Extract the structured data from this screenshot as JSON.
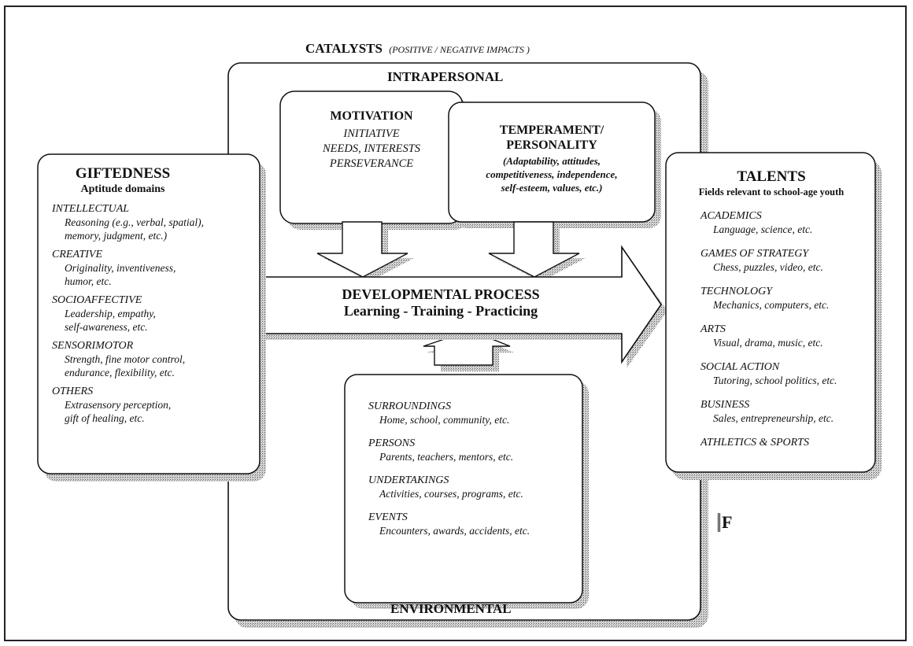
{
  "catalysts": {
    "title": "CATALYSTS",
    "subtitle": "(POSITIVE / NEGATIVE IMPACTS )",
    "intrapersonal": "INTRAPERSONAL",
    "environmental": "ENVIRONMENTAL"
  },
  "motivation": {
    "title": "MOTIVATION",
    "lines": [
      "INITIATIVE",
      "NEEDS, INTERESTS",
      "PERSEVERANCE"
    ]
  },
  "temperament": {
    "title_lines": [
      "TEMPERAMENT/",
      "PERSONALITY"
    ],
    "lines": [
      "(Adaptability, attitudes,",
      "competitiveness, independence,",
      "self-esteem, values, etc.)"
    ]
  },
  "giftedness": {
    "title": "GIFTEDNESS",
    "subtitle": "Aptitude domains",
    "domains": [
      {
        "name": "INTELLECTUAL",
        "lines": [
          "Reasoning (e.g., verbal, spatial),",
          "memory, judgment, etc.)"
        ]
      },
      {
        "name": "CREATIVE",
        "lines": [
          "Originality, inventiveness,",
          "humor, etc."
        ]
      },
      {
        "name": "SOCIOAFFECTIVE",
        "lines": [
          "Leadership, empathy,",
          "self-awareness, etc."
        ]
      },
      {
        "name": "SENSORIMOTOR",
        "lines": [
          "Strength, fine motor control,",
          "endurance, flexibility, etc."
        ]
      },
      {
        "name": "OTHERS",
        "lines": [
          "Extrasensory perception,",
          "gift of healing, etc."
        ]
      }
    ]
  },
  "process": {
    "title": "DEVELOPMENTAL PROCESS",
    "subtitle": "Learning - Training - Practicing"
  },
  "environment": {
    "items": [
      {
        "name": "SURROUNDINGS",
        "detail": "Home, school, community, etc."
      },
      {
        "name": "PERSONS",
        "detail": "Parents, teachers, mentors, etc."
      },
      {
        "name": "UNDERTAKINGS",
        "detail": "Activities, courses, programs, etc."
      },
      {
        "name": "EVENTS",
        "detail": "Encounters, awards, accidents, etc."
      }
    ]
  },
  "talents": {
    "title": "TALENTS",
    "subtitle": "Fields relevant to school-age youth",
    "fields": [
      {
        "name": "ACADEMICS",
        "detail": "Language, science, etc."
      },
      {
        "name": "GAMES OF STRATEGY",
        "detail": "Chess, puzzles, video, etc."
      },
      {
        "name": "TECHNOLOGY",
        "detail": "Mechanics, computers, etc."
      },
      {
        "name": "ARTS",
        "detail": "Visual, drama, music, etc."
      },
      {
        "name": "SOCIAL ACTION",
        "detail": "Tutoring, school politics, etc."
      },
      {
        "name": "BUSINESS",
        "detail": "Sales, entrepreneurship, etc."
      },
      {
        "name": "ATHLETICS & SPORTS",
        "detail": ""
      }
    ]
  },
  "logo": {
    "text": "F"
  }
}
